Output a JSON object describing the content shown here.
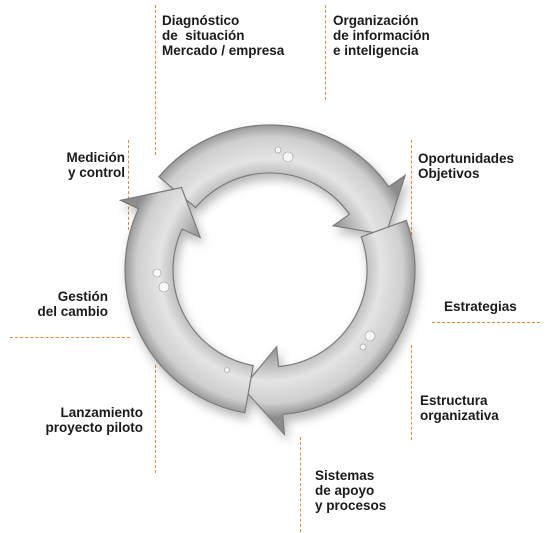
{
  "labels": {
    "diagnostico": "Diagnóstico\nde  situación\nMercado / empresa",
    "organizacion": "Organización\nde información\ne inteligencia",
    "oportunidades": "Oportunidades\nObjetivos",
    "estrategias": "Estrategias",
    "estructura": "Estructura\norganizativa",
    "sistemas": "Sistemas\nde apoyo\ny procesos",
    "lanzamiento": "Lanzamiento\nproyecto piloto",
    "gestion": "Gestión\ndel cambio",
    "medicion": "Medición\ny control"
  },
  "colors": {
    "arrow_light": "#e6e6e6",
    "arrow_dark": "#8a8a8a",
    "dashed_line": "#e8893a",
    "text": "#1a1a1a"
  }
}
